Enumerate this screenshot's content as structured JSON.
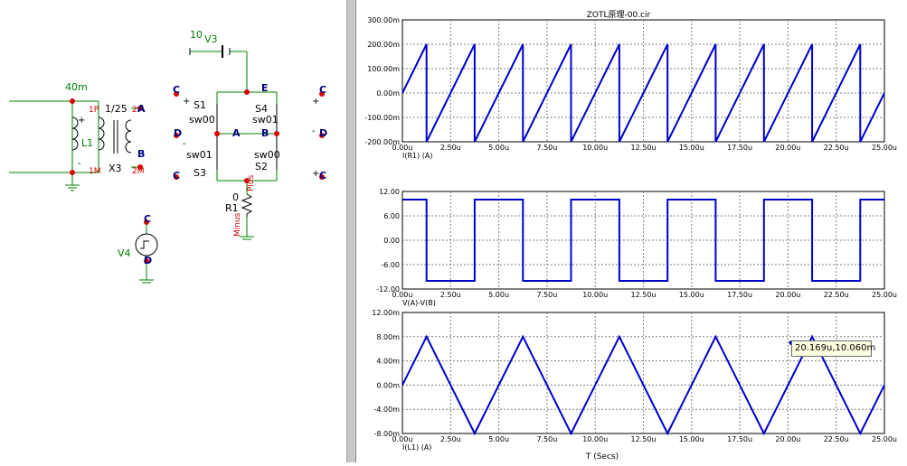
{
  "schematic": {
    "input_label": "40m",
    "coupling_ratio": "1/25",
    "inductor_name": "L1",
    "transformer_name": "X3",
    "pin_1p": "1P",
    "pin_1m": "1M",
    "pin_2p": "2P",
    "pin_2m": "2M",
    "dot_plus": "+",
    "dot_minus": "-",
    "node_a": "A",
    "node_b": "B",
    "node_c": "C",
    "node_d": "D",
    "node_e": "E",
    "battery_value": "10",
    "battery_name": "V3",
    "switch_s1": "S1",
    "switch_s2": "S2",
    "switch_s3": "S3",
    "switch_s4": "S4",
    "model_sw00": "sw00",
    "model_sw01": "sw01",
    "resistor_name": "R1",
    "resistor_value": "0",
    "plus_label": "Plus",
    "minus_label": "Minus",
    "source_name": "V4"
  },
  "plot": {
    "title": "ZOTL原理-00.cir",
    "x_axis_title": "T (Secs)",
    "cursor_readout": "20.169u,10.060m",
    "grid_color": "#808080",
    "trace_color": "#0000cc"
  },
  "chart_data": [
    {
      "type": "line",
      "title": "ZOTL原理-00.cir",
      "ylabel": "I(R1) (A)",
      "xlabel": "",
      "xlim": [
        0,
        25
      ],
      "ylim": [
        -200,
        300
      ],
      "x_ticks": [
        "0.00u",
        "2.50u",
        "5.00u",
        "7.50u",
        "10.00u",
        "12.50u",
        "15.00u",
        "17.50u",
        "20.00u",
        "22.50u",
        "25.00u"
      ],
      "y_ticks": [
        "300.00m",
        "200.00m",
        "100.00m",
        "0.00m",
        "-100.00m",
        "-200.00m"
      ],
      "y_tick_values": [
        300,
        200,
        100,
        0,
        -100,
        -200
      ],
      "grid": true,
      "series": [
        {
          "x": [
            0,
            1.25,
            1.25,
            3.75,
            3.75,
            6.25,
            6.25,
            8.75,
            8.75,
            11.25,
            11.25,
            13.75,
            13.75,
            16.25,
            16.25,
            18.75,
            18.75,
            21.25,
            21.25,
            23.75,
            23.75,
            25
          ],
          "y": [
            0,
            200,
            -200,
            200,
            -200,
            200,
            -200,
            200,
            -200,
            200,
            -200,
            200,
            -200,
            200,
            -200,
            200,
            -200,
            200,
            -200,
            200,
            -200,
            0
          ]
        }
      ]
    },
    {
      "type": "line",
      "ylabel": "V(A)-V(B)",
      "xlabel": "",
      "xlim": [
        0,
        25
      ],
      "ylim": [
        -12,
        12
      ],
      "x_ticks": [
        "0.00u",
        "2.50u",
        "5.00u",
        "7.50u",
        "10.00u",
        "12.50u",
        "15.00u",
        "17.50u",
        "20.00u",
        "22.50u",
        "25.00u"
      ],
      "y_ticks": [
        "12.00",
        "6.00",
        "0.00",
        "-6.00",
        "-12.00"
      ],
      "y_tick_values": [
        12,
        6,
        0,
        -6,
        -12
      ],
      "grid": true,
      "series": [
        {
          "x": [
            0,
            1.25,
            1.25,
            3.75,
            3.75,
            6.25,
            6.25,
            8.75,
            8.75,
            11.25,
            11.25,
            13.75,
            13.75,
            16.25,
            16.25,
            18.75,
            18.75,
            21.25,
            21.25,
            23.75,
            23.75,
            25
          ],
          "y": [
            10,
            10,
            -10,
            -10,
            10,
            10,
            -10,
            -10,
            10,
            10,
            -10,
            -10,
            10,
            10,
            -10,
            -10,
            10,
            10,
            -10,
            -10,
            10,
            10
          ]
        }
      ]
    },
    {
      "type": "line",
      "ylabel": "I(L1) (A)",
      "xlabel": "T (Secs)",
      "xlim": [
        0,
        25
      ],
      "ylim": [
        -8,
        12
      ],
      "x_ticks": [
        "0.00u",
        "2.50u",
        "5.00u",
        "7.50u",
        "10.00u",
        "12.50u",
        "15.00u",
        "17.50u",
        "20.00u",
        "22.50u",
        "25.00u"
      ],
      "y_ticks": [
        "12.00m",
        "8.00m",
        "4.00m",
        "0.00m",
        "-4.00m",
        "-8.00m"
      ],
      "y_tick_values": [
        12,
        8,
        4,
        0,
        -4,
        -8
      ],
      "grid": true,
      "series": [
        {
          "x": [
            0,
            1.25,
            3.75,
            6.25,
            8.75,
            11.25,
            13.75,
            16.25,
            18.75,
            21.25,
            23.75,
            25
          ],
          "y": [
            0,
            8,
            -8,
            8,
            -8,
            8,
            -8,
            8,
            -8,
            8,
            -8,
            0
          ]
        }
      ]
    }
  ]
}
